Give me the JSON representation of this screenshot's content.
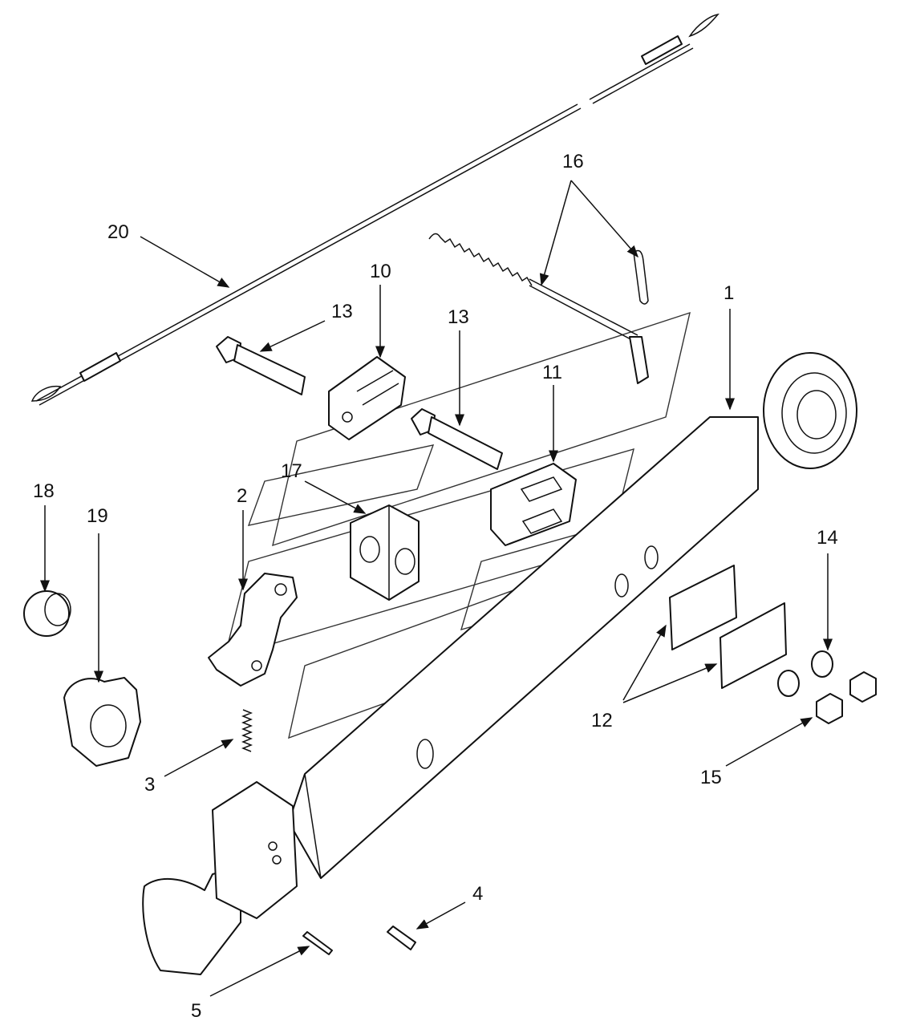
{
  "diagram": {
    "callouts": [
      "1",
      "2",
      "3",
      "4",
      "5",
      "10",
      "11",
      "12",
      "13",
      "13",
      "14",
      "15",
      "16",
      "17",
      "18",
      "19",
      "20"
    ]
  },
  "colors": {
    "line": "#111111",
    "background": "#ffffff"
  }
}
